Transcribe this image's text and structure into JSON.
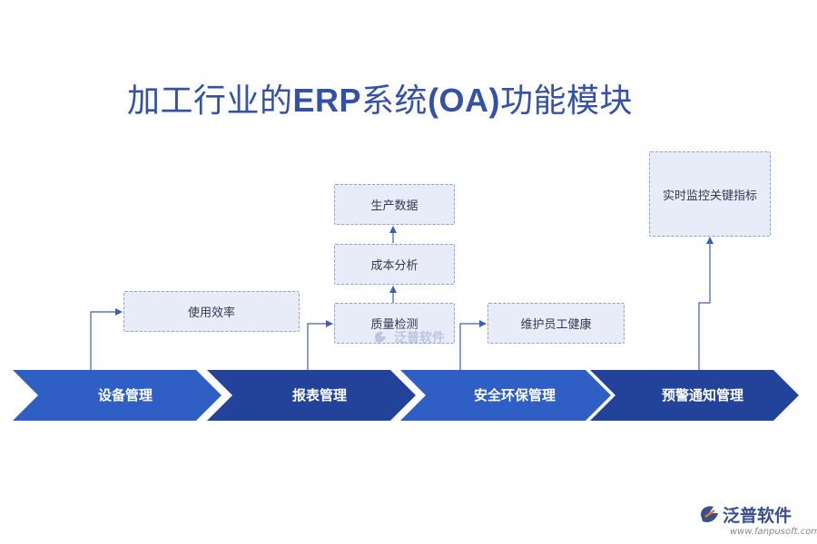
{
  "title": {
    "prefix": "加工行业的",
    "latin1": "ERP",
    "middle": "系统",
    "latin2": "(OA)",
    "suffix": "功能模块"
  },
  "stages": [
    {
      "label": "设备管理",
      "color": "#2f5fc4"
    },
    {
      "label": "报表管理",
      "color": "#23439b"
    },
    {
      "label": "安全环保管理",
      "color": "#2f5fc4"
    },
    {
      "label": "预警通知管理",
      "color": "#23439b"
    }
  ],
  "boxes": {
    "usage_efficiency": "使用效率",
    "production_data": "生产数据",
    "cost_analysis": "成本分析",
    "quality_inspection": "质量检测",
    "employee_health": "维护员工健康",
    "realtime_kpi": "实时监控关键指标"
  },
  "watermark": {
    "center_text": "泛普软件",
    "logo_text": "泛普软件",
    "logo_url": "www.fanpusoft.com"
  },
  "colors": {
    "title": "#3451a8",
    "box_fill": "#e8ecf8",
    "box_border": "#8fa0cf",
    "connector": "#3f5fb5"
  }
}
